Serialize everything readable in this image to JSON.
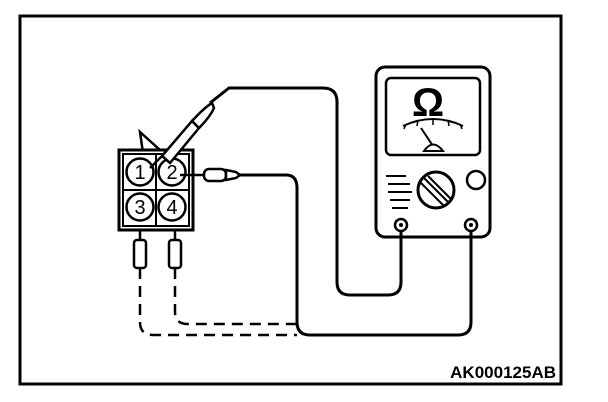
{
  "meter": {
    "unit_symbol": "Ω"
  },
  "connector": {
    "pins": [
      "1",
      "2",
      "3",
      "4"
    ]
  },
  "figure": {
    "reference_code": "AK000125AB"
  }
}
